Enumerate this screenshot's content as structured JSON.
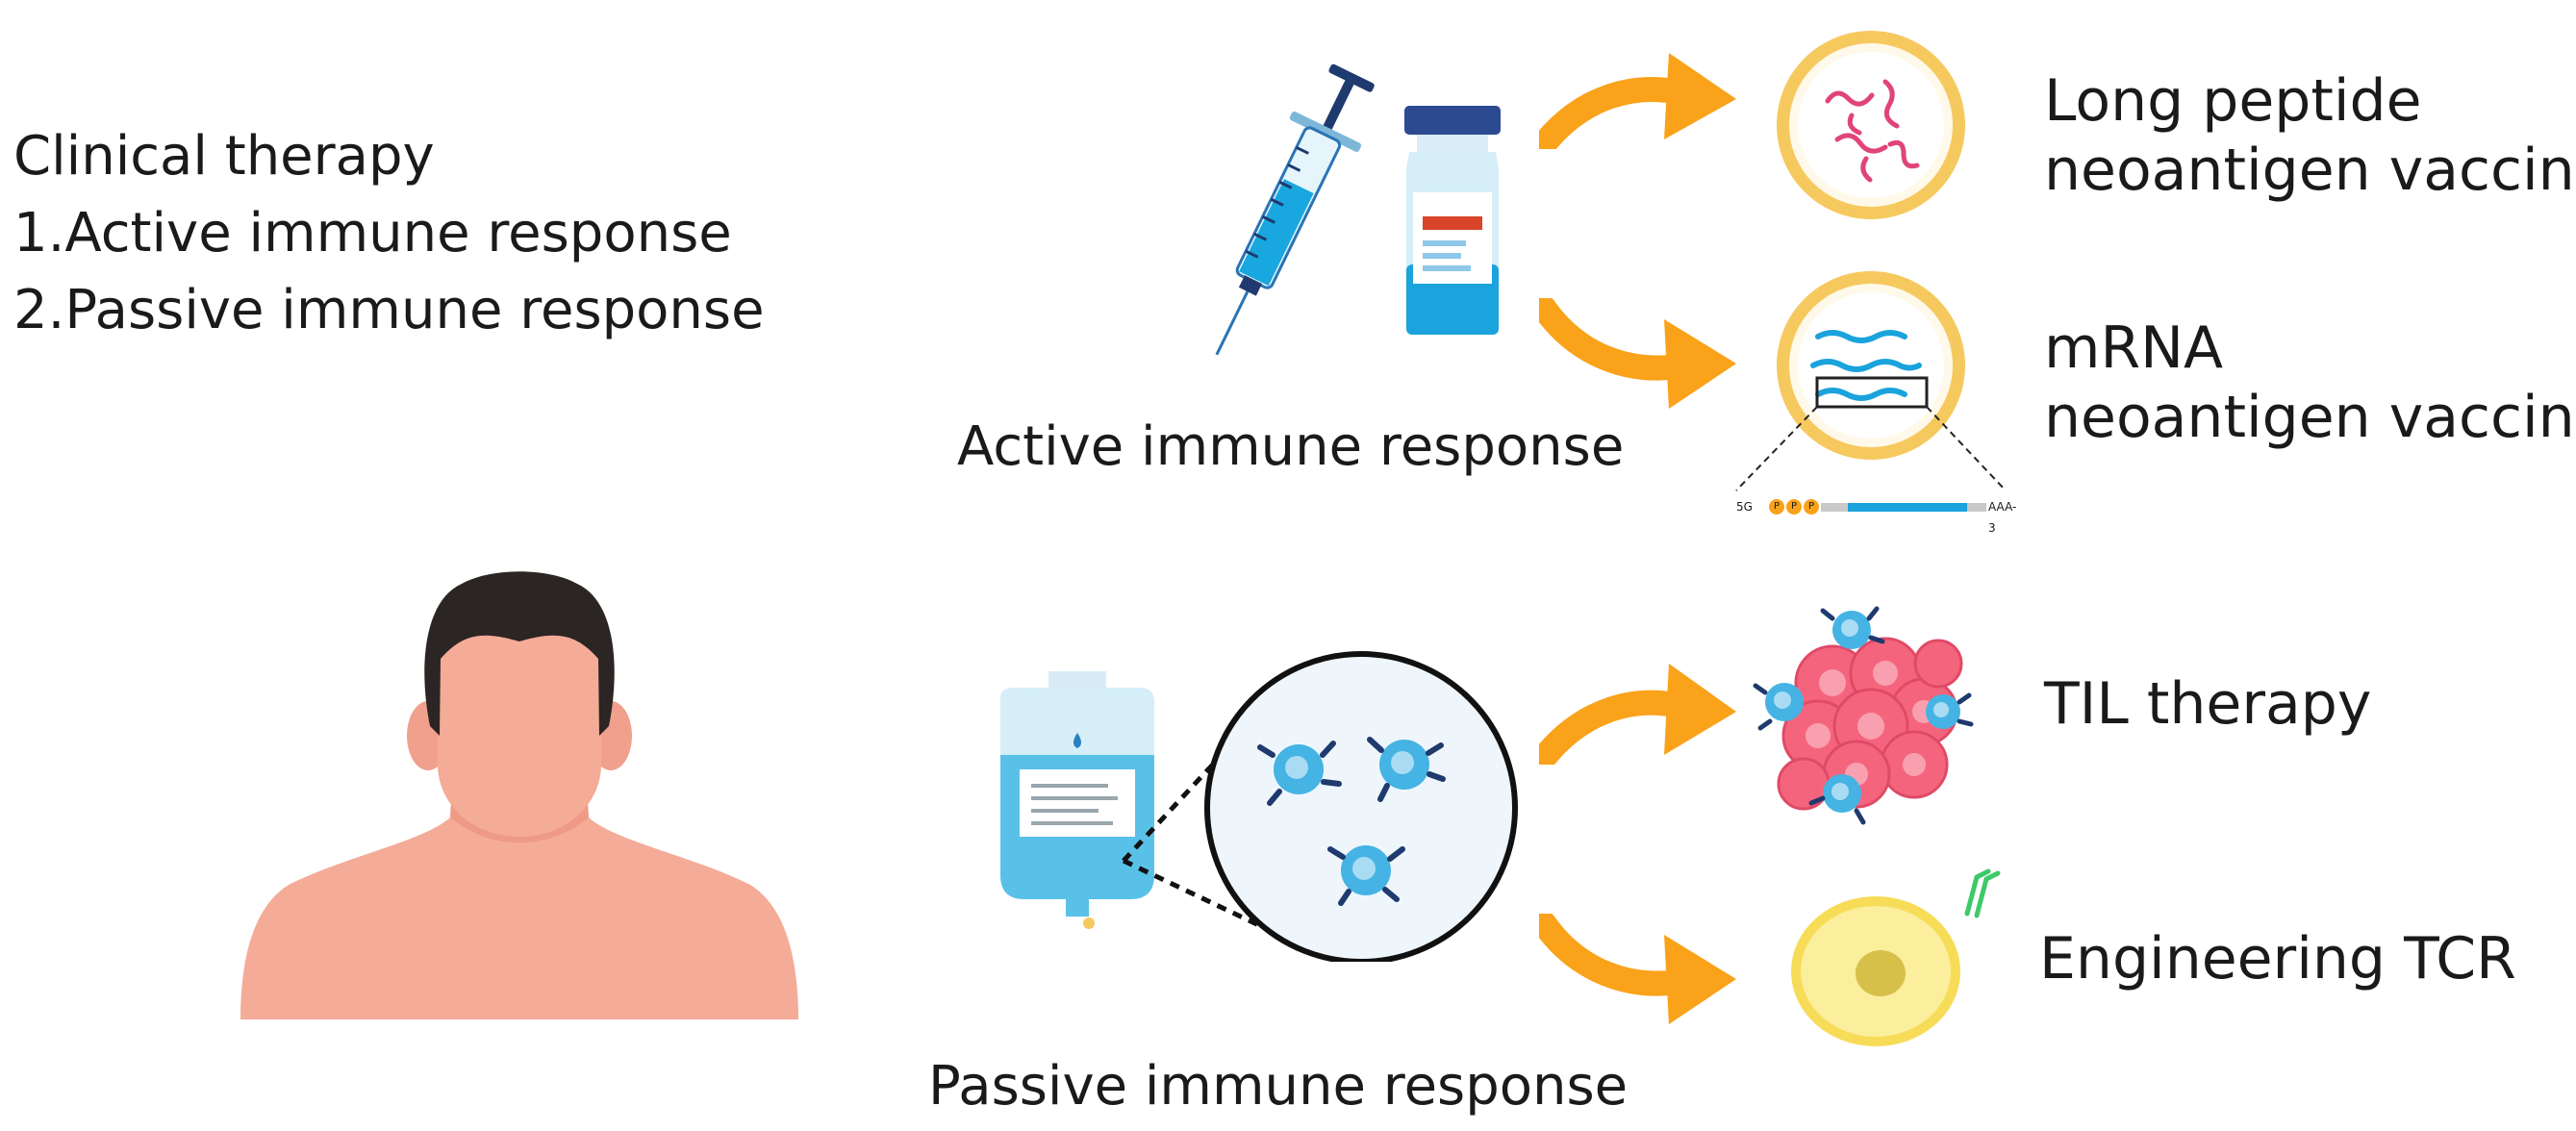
{
  "intro": {
    "title": "Clinical therapy",
    "items": [
      "1.Active immune response",
      "2.Passive immune response"
    ]
  },
  "active": {
    "caption": "Active immune response",
    "outputs": [
      {
        "line1": "Long peptide",
        "line2": "neoantigen vaccine"
      },
      {
        "line1": "mRNA",
        "line2": "neoantigen vaccine"
      }
    ],
    "mrna_strip": {
      "left": "5G",
      "caps": [
        "P",
        "P",
        "P"
      ],
      "right": "AAA-3"
    }
  },
  "passive": {
    "caption": "Passive immune response",
    "outputs": [
      "TIL therapy",
      "Engineering TCR"
    ]
  },
  "icons": [
    "person-silhouette-icon",
    "syringe-icon",
    "vaccine-vial-icon",
    "liposome-peptide-icon",
    "liposome-mrna-icon",
    "iv-bag-icon",
    "t-cell-magnifier-icon",
    "tumor-cluster-icon",
    "engineered-t-cell-icon",
    "arrow-icon"
  ],
  "colors": {
    "arrow": "#f9a21a",
    "liposome": "#f6c95f",
    "peptide": "#e0447a",
    "mrna": "#1aa3dc",
    "skin": "#f4ab98",
    "hair": "#2b2523",
    "tumor": "#f4657d",
    "tcell": "#45b3e3",
    "text": "#1a1a1a"
  }
}
